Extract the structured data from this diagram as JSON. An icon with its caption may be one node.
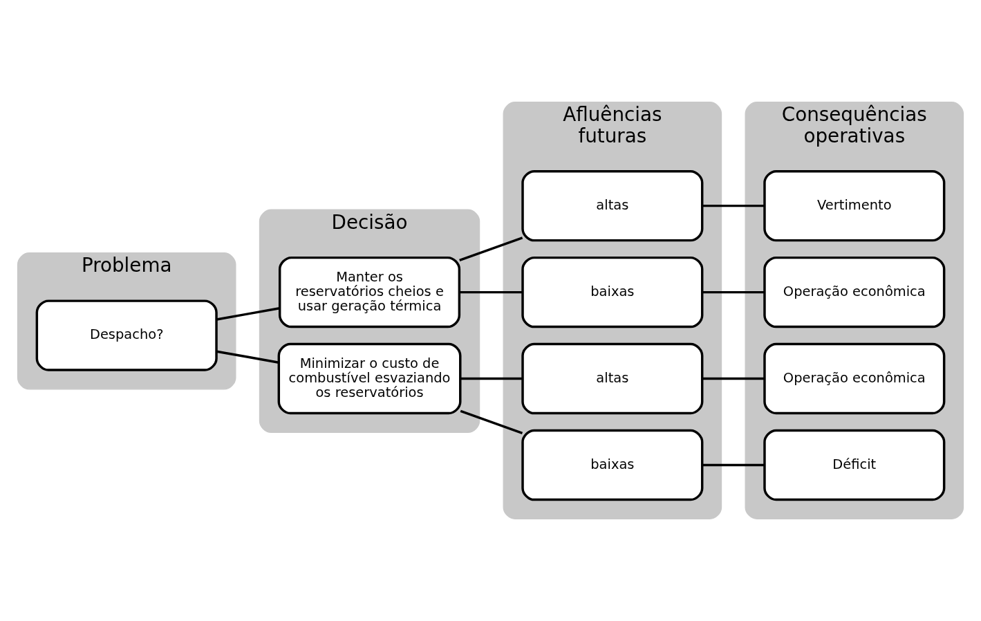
{
  "diagram": {
    "nodes": [
      {
        "text": [
          "Problema"
        ]
      },
      {
        "text": [
          "Despacho?"
        ],
        "in": 0
      },
      {
        "text": [
          "Decisão"
        ]
      },
      {
        "text": [
          "Manter os reservatórios cheios e usar geração térmica"
        ],
        "in": 2
      },
      {
        "text": [
          "Minimizar o custo de combustível esvaziando os reservatórios"
        ],
        "in": 2
      },
      {
        "text": [
          "Afluências futuras"
        ]
      },
      {
        "text": [
          "altas"
        ],
        "in": 5
      },
      {
        "text": [
          "baixas"
        ],
        "in": 5
      },
      {
        "text": [
          "altas"
        ],
        "in": 5
      },
      {
        "text": [
          "baixas"
        ],
        "in": 5
      },
      {
        "text": [
          "Consequências operativas"
        ]
      },
      {
        "text": [
          "Vertimento"
        ],
        "in": 10
      },
      {
        "text": [
          "Operação econômica"
        ],
        "in": 10
      },
      {
        "text": [
          "Operação econômica"
        ],
        "in": 10
      },
      {
        "text": [
          "Déficit"
        ],
        "in": 10
      }
    ],
    "edges": [
      {
        "from": 1,
        "to": 3,
        "arrow": "none"
      },
      {
        "from": 1,
        "to": 4,
        "arrow": "none"
      },
      {
        "from": 3,
        "to": 6,
        "arrow": "none"
      },
      {
        "from": 3,
        "to": 7,
        "arrow": "none"
      },
      {
        "from": 4,
        "to": 8,
        "arrow": "none"
      },
      {
        "from": 4,
        "to": 9,
        "arrow": "none"
      },
      {
        "from": 6,
        "to": 11,
        "arrow": "none"
      },
      {
        "from": 7,
        "to": 12,
        "arrow": "none"
      },
      {
        "from": 8,
        "to": 13,
        "arrow": "none"
      },
      {
        "from": 9,
        "to": 14,
        "arrow": "none"
      }
    ]
  }
}
